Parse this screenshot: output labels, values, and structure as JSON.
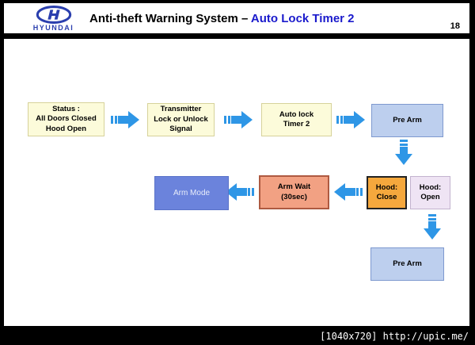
{
  "header": {
    "logo_text": "HYUNDAI",
    "title_black": "Anti-theft Warning System –",
    "title_blue": "Auto Lock Timer 2",
    "page_number": "18"
  },
  "diagram": {
    "status": [
      "Status :",
      "All Doors Closed",
      "Hood Open"
    ],
    "transmitter": [
      "Transmitter",
      "Lock or Unlock",
      "Signal"
    ],
    "auto_lock": [
      "Auto lock",
      "Timer 2"
    ],
    "pre_arm_1": "Pre Arm",
    "hood_close": [
      "Hood:",
      "Close"
    ],
    "hood_open": [
      "Hood:",
      "Open"
    ],
    "arm_wait": [
      "Arm Wait",
      "(30sec)"
    ],
    "arm_mode": "Arm Mode",
    "pre_arm_2": "Pre Arm"
  },
  "colors": {
    "arrow_blue": "#2E96E6",
    "title_blue": "#1A1ACC",
    "hyundai_blue": "#2B3FAE",
    "cream_box_fill": "#FCFBDA",
    "pre_arm_fill": "#BDCFEE",
    "arm_mode_fill": "#6B83DC",
    "arm_wait_fill": "#F2A183",
    "hood_close_fill": "#F5A83D",
    "hood_open_fill": "#EFE4F4"
  },
  "footer": {
    "watermark": "[1040x720] http://upic.me/"
  }
}
